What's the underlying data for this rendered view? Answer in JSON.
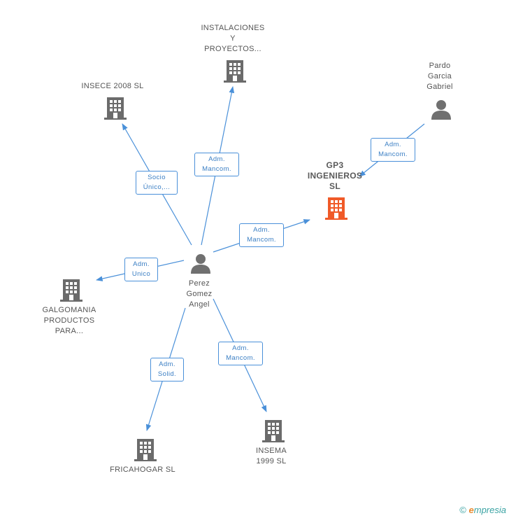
{
  "colors": {
    "edge": "#4a90d9",
    "building": "#6b6b6b",
    "building_focus": "#f05a28",
    "person": "#707070"
  },
  "nodes": {
    "instalaciones": {
      "label": "INSTALACIONES\nY\nPROYECTOS...",
      "icon": "building-icon"
    },
    "insece": {
      "label": "INSECE 2008 SL",
      "icon": "building-icon"
    },
    "pardo": {
      "label": "Pardo\nGarcia\nGabriel",
      "icon": "person-icon"
    },
    "gp3": {
      "label": "GP3\nINGENIEROS\nSL",
      "icon": "building-icon"
    },
    "perez": {
      "label": "Perez\nGomez\nAngel",
      "icon": "person-icon"
    },
    "galgomania": {
      "label": "GALGOMANIA\nPRODUCTOS\nPARA...",
      "icon": "building-icon"
    },
    "fricahogar": {
      "label": "FRICAHOGAR SL",
      "icon": "building-icon"
    },
    "insema": {
      "label": "INSEMA\n1999 SL",
      "icon": "building-icon"
    }
  },
  "edges": {
    "to_insece": "Socio\nÚnico,...",
    "to_instalaciones": "Adm.\nMancom.",
    "pardo_to_gp3": "Adm.\nMancom.",
    "to_gp3": "Adm.\nMancom.",
    "to_galgomania": "Adm.\nUnico",
    "to_fricahogar": "Adm.\nSolid.",
    "to_insema": "Adm.\nMancom."
  },
  "footer": {
    "copyright": "©",
    "brand_e": "e",
    "brand_rest": "mpresia"
  }
}
